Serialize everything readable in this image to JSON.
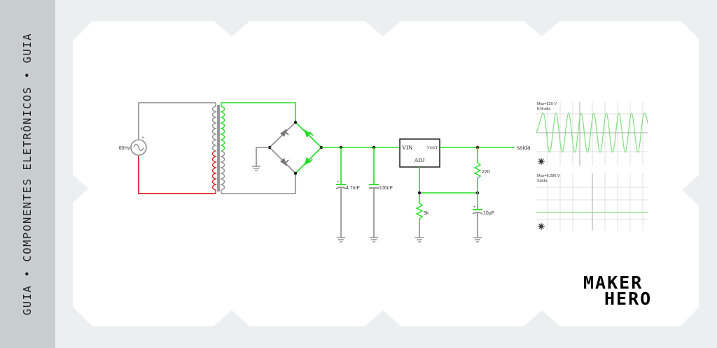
{
  "sidebar": {
    "text": "GUIA • COMPONENTES ELETRÔNICOS • GUIA"
  },
  "circuit": {
    "source_label": "60Hz",
    "cap1_label": "4.7mF",
    "cap2_label": "100nF",
    "regulator": {
      "vin": "VIN",
      "vout": "VOUT",
      "adj": "ADJ"
    },
    "r1_label": "5k",
    "r2_label": "220",
    "cap3_label": "10µF",
    "output_label": "saída"
  },
  "scope_in": {
    "max": "Max=220 V",
    "name": "Entrada"
  },
  "scope_out": {
    "max": "Max=6.286 V",
    "name": "Saída"
  },
  "logo": {
    "line1": "MAKER",
    "line2": "HERO"
  },
  "colors": {
    "wire_green": "#22dd22",
    "wire_gray": "#8c8c8c",
    "wire_red": "#dd2222",
    "scope_wave": "#7ee07e"
  }
}
